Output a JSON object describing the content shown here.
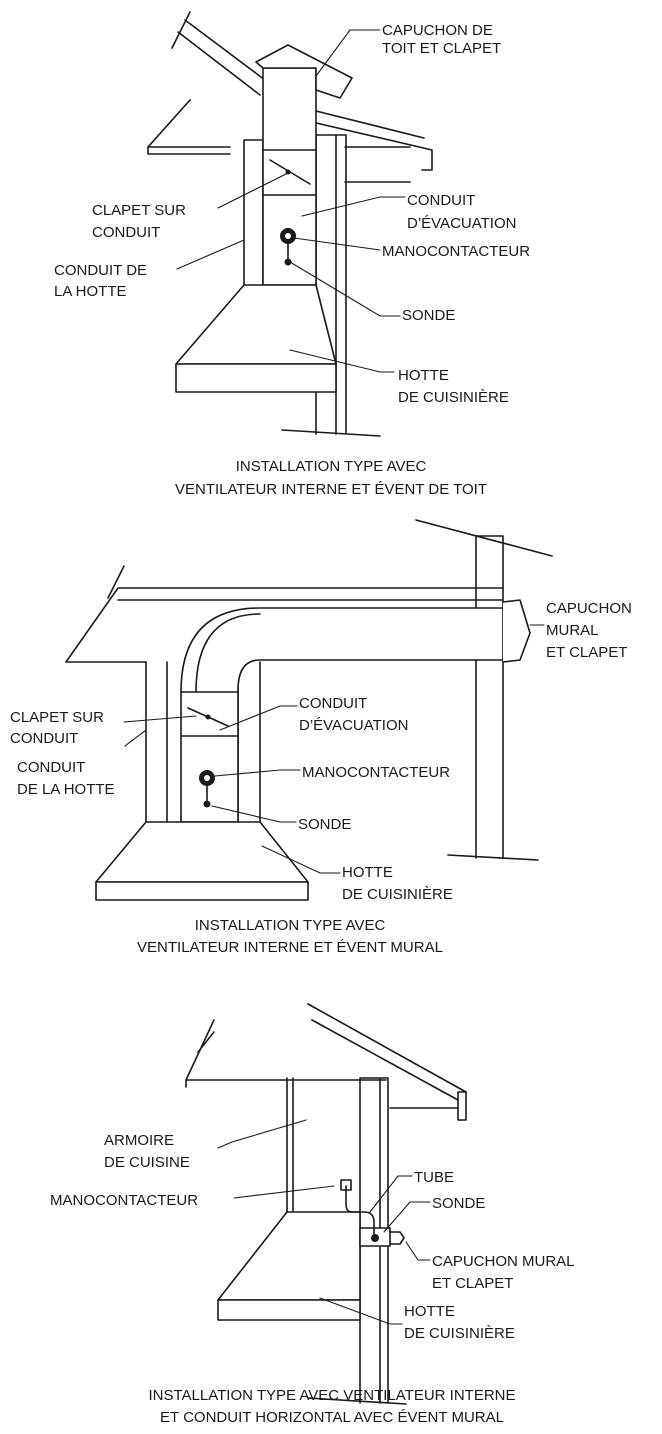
{
  "diagram1": {
    "labels": {
      "roof_cap_1": "CAPUCHON DE",
      "roof_cap_2": "TOIT ET CLAPET",
      "damper_1": "CLAPET SUR",
      "damper_2": "CONDUIT",
      "exhaust_1": "CONDUIT",
      "exhaust_2": "D’ÉVACUATION",
      "pressure_switch": "MANOCONTACTEUR",
      "hood_duct_1": "CONDUIT DE",
      "hood_duct_2": "LA HOTTE",
      "probe": "SONDE",
      "range_hood_1": "HOTTE",
      "range_hood_2": "DE CUISINIÈRE"
    },
    "caption_1": "INSTALLATION TYPE AVEC",
    "caption_2": "VENTILATEUR INTERNE ET ÉVENT DE TOIT"
  },
  "diagram2": {
    "labels": {
      "wall_cap_1": "CAPUCHON",
      "wall_cap_2": "MURAL",
      "wall_cap_3": "ET CLAPET",
      "exhaust_1": "CONDUIT",
      "exhaust_2": "D’ÉVACUATION",
      "damper_1": "CLAPET SUR",
      "damper_2": "CONDUIT",
      "pressure_switch": "MANOCONTACTEUR",
      "hood_duct_1": "CONDUIT",
      "hood_duct_2": "DE LA HOTTE",
      "probe": "SONDE",
      "range_hood_1": "HOTTE",
      "range_hood_2": "DE CUISINIÈRE"
    },
    "caption_1": "INSTALLATION TYPE AVEC",
    "caption_2": "VENTILATEUR INTERNE ET ÉVENT MURAL"
  },
  "diagram3": {
    "labels": {
      "cabinet_1": "ARMOIRE",
      "cabinet_2": "DE CUISINE",
      "tube": "TUBE",
      "pressure_switch": "MANOCONTACTEUR",
      "probe": "SONDE",
      "wall_cap_1": "CAPUCHON MURAL",
      "wall_cap_2": "ET CLAPET",
      "range_hood_1": "HOTTE",
      "range_hood_2": "DE CUISINIÈRE"
    },
    "caption_1": "INSTALLATION TYPE AVEC VENTILATEUR INTERNE",
    "caption_2": "ET CONDUIT HORIZONTAL AVEC ÉVENT MURAL"
  }
}
